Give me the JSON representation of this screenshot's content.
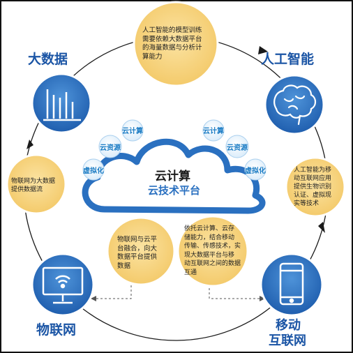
{
  "nodes": {
    "big_data": "大数据",
    "ai": "人工智能",
    "iot": "物联网",
    "mobile_line1": "移动",
    "mobile_line2": "互联网"
  },
  "center": {
    "title": "云计算",
    "subtitle": "云技术平台"
  },
  "bubbles": {
    "left_top": "云计算",
    "left_mid": "云资源",
    "left_low": "虚拟化",
    "right_top": "云计算",
    "right_mid": "云资源",
    "right_low": "虚拟化"
  },
  "descriptions": {
    "top": [
      "人工智能的模型训练",
      "需要依赖大数据平台",
      "的海量数据与分析计",
      "算能力"
    ],
    "right": [
      "人工智能为移",
      "动互联网应用",
      "提供生物识别",
      "认证、虚拟现",
      "实等技术"
    ],
    "left": [
      "物联网为大数据",
      "提供数据流"
    ],
    "bottom_left": [
      "物联网与云平",
      "台融合，向大",
      "数据平台提供",
      "数据"
    ],
    "bottom_right": [
      "依托云计算、云存",
      "储能力，结合移动",
      "传输、传感技术，实",
      "现大数据平台与移",
      "动互联网之间的数据",
      "互通"
    ]
  },
  "colors": {
    "blue_dark": "#1b55a5",
    "blue_mid": "#2a70c0",
    "yellow": "#f7d27a",
    "cloud_outline": "#2a70c0"
  },
  "icons": [
    "bar-chart-icon",
    "brain-icon",
    "monitor-wifi-icon",
    "smartphone-icon"
  ]
}
